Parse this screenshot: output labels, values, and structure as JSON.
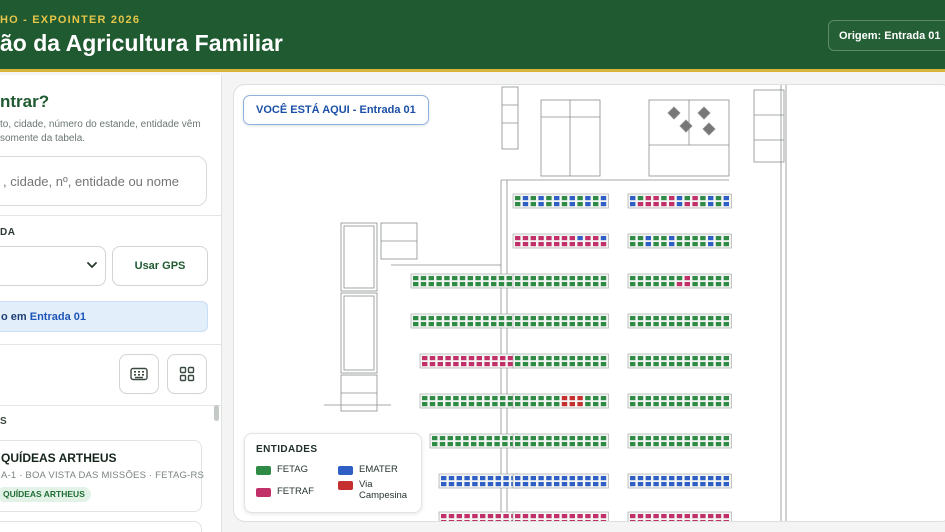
{
  "header": {
    "subtitle": "HO - EXPOINTER 2026",
    "title": "ão da Agricultura Familiar",
    "origin_button": "Origem: Entrada 01"
  },
  "sidebar": {
    "heading": "ntrar?",
    "help_text": "to, cidade, número do estande, entidade vêm somente da tabela.",
    "search_placeholder": ", cidade, nº, entidade ou nome",
    "origin_label": "DA",
    "gps_button": "Usar GPS",
    "info_prefix": "o em ",
    "info_location": "Entrada 01",
    "list_label": "S",
    "result": {
      "name": "QUÍDEAS ARTHEUS",
      "meta": "A-1 · BOA VISTA DAS MISSÕES · FETAG-RS",
      "tag": "QUÍDEAS ARTHEUS"
    }
  },
  "map": {
    "you_are_here": "VOCÊ ESTÁ AQUI - Entrada 01",
    "legend": {
      "title": "ENTIDADES",
      "items": [
        {
          "label": "FETAG",
          "color": "#2f8a45"
        },
        {
          "label": "EMATER",
          "color": "#2f5fc4"
        },
        {
          "label": "FETRAF",
          "color": "#c2306a"
        },
        {
          "label": "Via Campesina",
          "color": "#c62f2f"
        }
      ]
    }
  },
  "colors": {
    "header_bg": "#1f5a31",
    "accent_gold": "#d8b43a",
    "fetag": "#2f8a45",
    "emater": "#2f5fc4",
    "fetraf": "#c2306a",
    "via_campesina": "#c62f2f"
  },
  "icons": {
    "keyboard_button": "keyboard-icon",
    "grid_button": "grid-icon",
    "select_chevron": "chevron-down-icon"
  }
}
